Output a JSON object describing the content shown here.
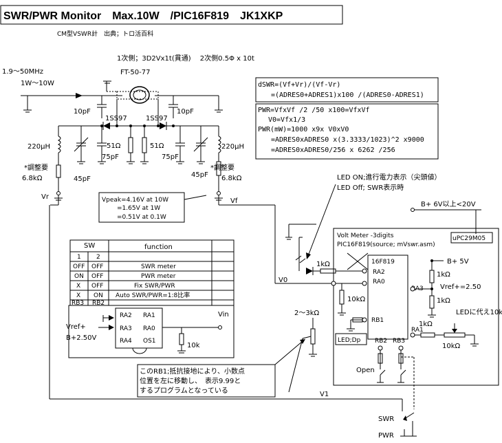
{
  "title": "SWR/PWR Monitor　Max.10W　/PIC16F819　JK1XKP",
  "subtitle": "CM型VSWR計　出典；トロ活百科",
  "transformer": "1次側；3D2Vx1t(貫通)　 2次側0.5Φ x 10t",
  "core": "FT-50-77",
  "freq": "1.9～50MHz",
  "power": "1W～10W",
  "cap_10p_left": "10pF",
  "cap_10p_right": "10pF",
  "diode_left": "1SS97",
  "diode_right": "1SS97",
  "r51_left": "51Ω",
  "r51_right": "51Ω",
  "c75_left": "75pF",
  "c75_right": "75pF",
  "l220_left": "220μH",
  "l220_right": "220μH",
  "adj_left_1": "*調整要",
  "adj_left_2": "6.8kΩ",
  "adj_right_1": "*調整要",
  "adj_right_2": "6.8kΩ",
  "c45_left": "45pF",
  "c45_right": "45pF",
  "vr": "Vr",
  "vf": "Vf",
  "vpeak_1": "Vpeak=4.16V at 10W",
  "vpeak_2": "=1.65V at 1W",
  "vpeak_3": "=0.51V at 0.1W",
  "formula1": [
    "dSWR=(Vf+Vr)/(Vf-Vr)",
    "=(ADRES0+ADRES1)x100 /(ADRES0-ADRES1)"
  ],
  "formula2": [
    "PWR=VfxVf /2 /50 x100=VfxVf",
    "V0=Vfx1/3",
    "PWR(mW)=1000 x9x V0xV0",
    "=ADRES0xADRES0 x(3.3333/1023)^2 x9000",
    "=ADRES0xADRES0/256 x 6262 /256"
  ],
  "led_on": "LED ON;進行電力表示（尖頭値）",
  "led_off": "LED Off; SWR表示時",
  "b_6v": "B+ 6V以上<20V",
  "reg": "uPC29M05",
  "voltmeter_1": "Volt Meter -3digits",
  "voltmeter_2": "PIC16F819(source; mVswr.asm)",
  "pic": "16F819",
  "b5v": "B+ 5V",
  "r1k_a": "1kΩ",
  "r1k_b": "1kΩ",
  "r1k_c": "1kΩ",
  "r1k_d": "1kΩ",
  "r10k_a": "10kΩ",
  "r10k_pot": "10kΩ",
  "vref": "Vref+=2.50",
  "led_note": "LEDに代え10kΩ",
  "pin_ra2": "RA2",
  "pin_ra0": "RA0",
  "pin_ra3": "RA3",
  "pin_rb1": "RB1",
  "pin_ra1": "RA1",
  "pin_rb2": "RB2",
  "pin_rb3": "RB3",
  "v0": "V0",
  "pot_23k": "2～3kΩ",
  "led_dp": "LED;Dp",
  "open": "Open",
  "v1": "V1",
  "swr": "SWR",
  "pwr": "PWR",
  "table": {
    "h_sw": "SW",
    "h_func": "function",
    "h_1": "1",
    "h_2": "2",
    "rows": [
      [
        "OFF",
        "OFF",
        "SWR meter"
      ],
      [
        "ON",
        "OFF",
        "PWR meter"
      ],
      [
        "X",
        "OFF",
        "Fix SWR/PWR"
      ],
      [
        "X",
        "ON",
        "Auto SWR/PWR=1:8比率"
      ],
      [
        "RB3",
        "RB2",
        ""
      ]
    ]
  },
  "ic": {
    "l1": "RA2",
    "l2": "RA3",
    "l3": "RA4",
    "r1": "RA1",
    "r2": "RA0",
    "r3": "OS1",
    "vref": "Vref+",
    "b250": "B+2.50V",
    "vin": "Vin",
    "r10k": "10k"
  },
  "note": [
    "このRB1;抵抗接地により、小数点",
    "位置を左に移動し、　表示9.99と",
    "するプログラムとなっている"
  ]
}
